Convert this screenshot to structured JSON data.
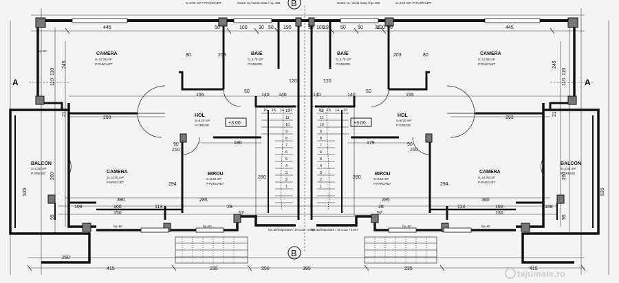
{
  "header": {
    "top_left": "S=3.53 mP / P:PARCHET",
    "top_center_left": "Geam cu / sticla mata / hp=150",
    "top_center_right": "Geam cu / sticla mata / hp=150",
    "top_right": "S=3.53 mP / P:PARCHET",
    "section_b_top": "B",
    "section_b_bottom": "B",
    "section_a_left": "A",
    "section_a_right": "A"
  },
  "rooms": [
    {
      "id": "camera-top-left",
      "name": "CAMERA",
      "area": "S=12.05 mP",
      "floor": "P:PARCHET"
    },
    {
      "id": "baie-left",
      "name": "BAIE",
      "area": "S=3.75 mP",
      "floor": "P:GRESIE"
    },
    {
      "id": "baie-right",
      "name": "BAIE",
      "area": "S=3.75 mP",
      "floor": "P:GRESIE"
    },
    {
      "id": "camera-top-right",
      "name": "CAMERA",
      "area": "S=12.05 mP",
      "floor": "P:PARCHET"
    },
    {
      "id": "hol-left",
      "name": "HOL",
      "area": "S=6.20 mP",
      "floor": "P:GRESIE"
    },
    {
      "id": "hol-right",
      "name": "HOL",
      "area": "S=6.20 mP",
      "floor": "P:GRESIE"
    },
    {
      "id": "balcon-left",
      "name": "BALCON",
      "area": "S=4.50 mP",
      "floor": "P:GRESIE"
    },
    {
      "id": "camera-bottom-left",
      "name": "CAMERA",
      "area": "S=14.05 mP",
      "floor": "P:PARCHET"
    },
    {
      "id": "birou-left",
      "name": "BIROU",
      "area": "S=8.15 mP",
      "floor": "P:PARCHET"
    },
    {
      "id": "birou-right",
      "name": "BIROU",
      "area": "S=8.15 mP",
      "floor": "P:PARCHET"
    },
    {
      "id": "camera-bottom-right",
      "name": "CAMERA",
      "area": "S=14.05 mP",
      "floor": "P:PARCHET"
    },
    {
      "id": "balcon-right",
      "name": "BALCON",
      "area": "S=4.50 mP",
      "floor": "P:GRESIE"
    }
  ],
  "levels": {
    "left": "+3.00",
    "right": "+3.00"
  },
  "stairs": {
    "left_steps": [
      "16",
      "15",
      "14",
      "13",
      "12",
      "11",
      "10",
      "9",
      "8",
      "7",
      "6",
      "5",
      "4",
      "3",
      "2",
      "1"
    ],
    "right_steps": [
      "16",
      "15",
      "14",
      "13",
      "12",
      "11",
      "10",
      "9",
      "8",
      "7",
      "6",
      "5",
      "4",
      "3",
      "2",
      "1"
    ],
    "landing_left": "hp=30/inaportare / 16 Cota +3.00?",
    "landing_right": "hp=30/inaportare / 16 Cota +3.00?"
  },
  "dimensions": {
    "top_row": [
      "445",
      "50",
      "100",
      "30",
      "195",
      "50",
      "50",
      "100",
      "50",
      "50",
      "195",
      "30",
      "100",
      "50",
      "445"
    ],
    "second_row": [
      "155",
      "140",
      "140",
      "155"
    ],
    "side_left": [
      "110",
      "245",
      "215",
      "110",
      "535",
      "260",
      "95"
    ],
    "side_right": [
      "110",
      "245",
      "215",
      "110",
      "535",
      "260",
      "95"
    ],
    "interior": [
      "293",
      "293",
      "180",
      "179",
      "90",
      "90",
      "210",
      "210",
      "285",
      "285",
      "380",
      "380",
      "108",
      "108",
      "160",
      "160",
      "150",
      "150",
      "113",
      "113",
      "28",
      "28",
      "50",
      "50",
      "140",
      "140",
      "120",
      "120",
      "260",
      "260",
      "294",
      "294",
      "203",
      "203",
      "80",
      "80",
      "57",
      "57"
    ],
    "bottom_row": [
      "415",
      "235",
      "395",
      "235",
      "415",
      "250",
      "260"
    ],
    "hp_labels": [
      "hp=60",
      "hp=60",
      "hp=60",
      "hp=60",
      "hp=60"
    ]
  },
  "watermark": "tajumate.ro"
}
